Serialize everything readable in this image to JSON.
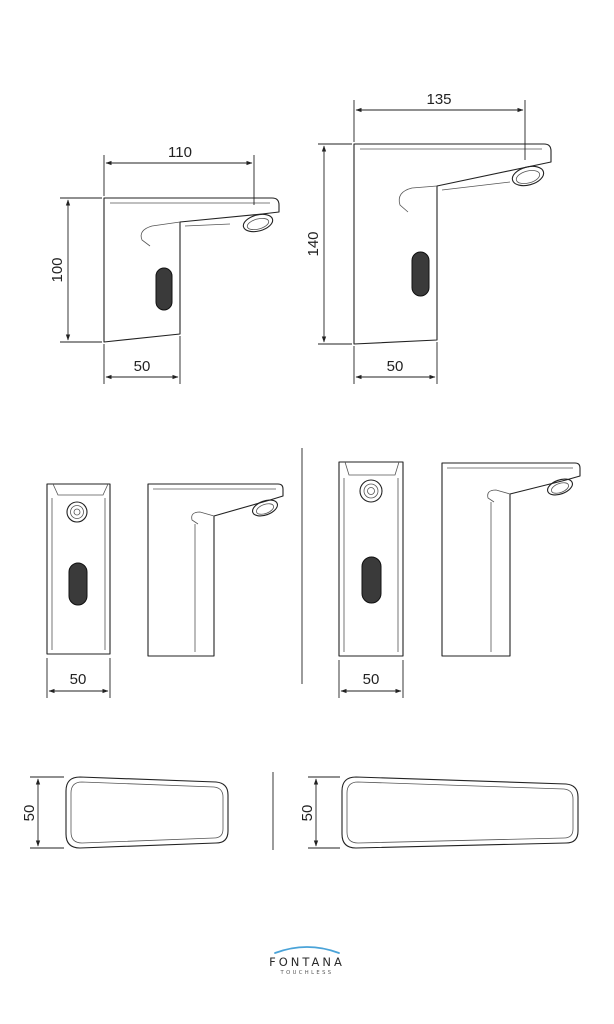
{
  "dimensions": {
    "small_side_width": "110",
    "small_side_height": "100",
    "small_side_base": "50",
    "large_side_width": "135",
    "large_side_height": "140",
    "large_side_base": "50",
    "small_front_base": "50",
    "large_front_base": "50",
    "small_top_depth": "50",
    "large_top_depth": "50"
  },
  "brand": {
    "name": "FONTANA",
    "tagline": "TOUCHLESS",
    "accent_color": "#4aa3d8"
  }
}
